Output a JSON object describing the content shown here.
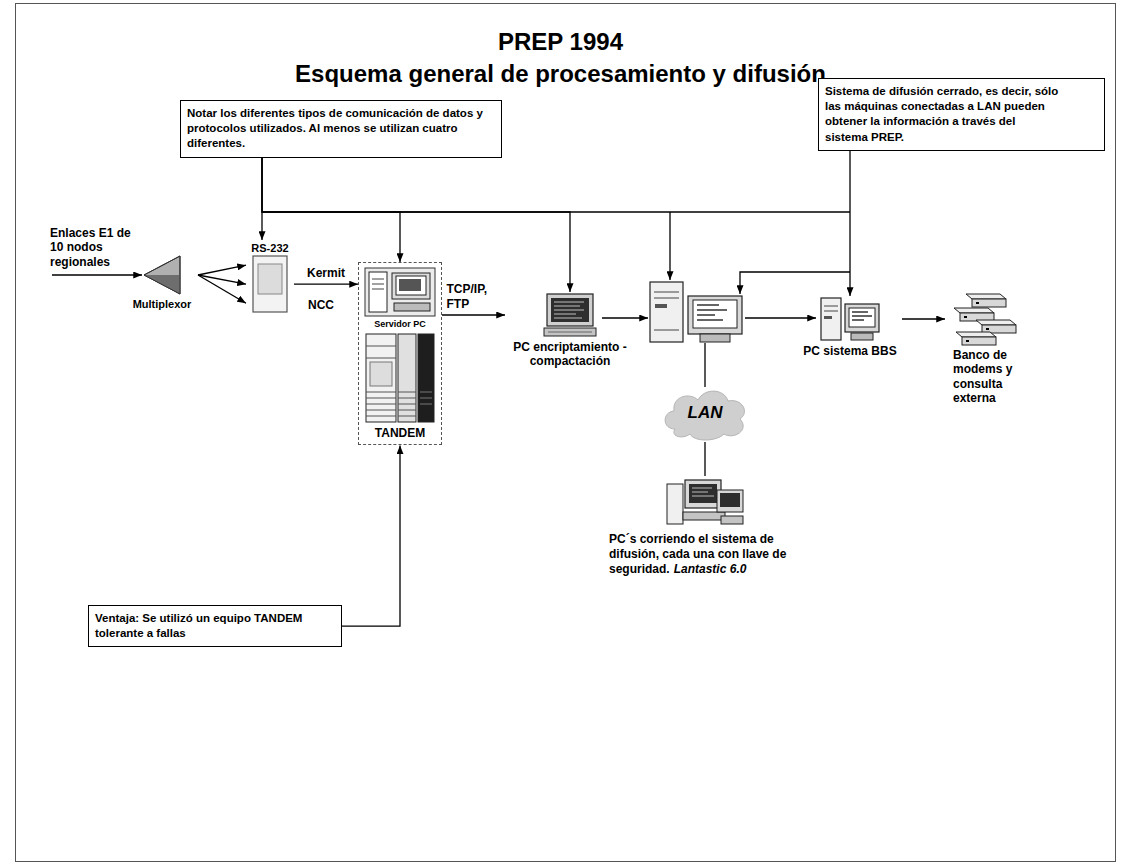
{
  "diagram": {
    "title": "PREP 1994",
    "nodes": [
      {
        "text": [
          "Notar los diferentes tipos de comunicación de datos y protocolos utilizados. Al menos se utilizan cuatro diferentes."
        ]
      },
      {
        "text": [
          "Sistema de difusión cerrado, es decir, sólo las máquinas conectadas a LAN pueden obtener la información a través del sistema PREP."
        ]
      },
      {
        "text": [
          "Multiplexor"
        ]
      },
      {
        "text": [
          "RS-232"
        ]
      },
      {
        "text": [
          "Servidor PC",
          "TANDEM"
        ]
      },
      {
        "text": [
          "PC encriptamiento - compactación"
        ]
      },
      {
        "text": [
          "PC sistema BBS"
        ]
      },
      {
        "text": [
          "Banco de modems y consulta externa"
        ]
      },
      {
        "text": [
          "LAN"
        ]
      },
      {
        "text": [
          "PC´s corriendo el sistema de difusión, cada una con llave de seguridad.",
          "Lantastic 6.0"
        ]
      },
      {
        "text": [
          "Ventaja: Se utilizó un equipo TANDEM tolerante a fallas"
        ]
      }
    ],
    "edges": [
      {
        "from": 0,
        "to": 3,
        "arrow": "to"
      },
      {
        "from": 0,
        "to": 4,
        "arrow": "to"
      },
      {
        "from": 0,
        "to": 5,
        "arrow": "to"
      },
      {
        "from": 1,
        "to": 6,
        "arrow": "to"
      },
      {
        "from": 2,
        "to": 3,
        "arrow": "to"
      },
      {
        "from": 3,
        "to": 4,
        "label": "Kermit",
        "arrow": "to"
      },
      {
        "from": 4,
        "to": 5,
        "label": "TCP/IP, FTP",
        "arrow": "to"
      },
      {
        "from": 6,
        "to": 7,
        "arrow": "to"
      },
      {
        "from": 8,
        "to": 9,
        "arrow": "none"
      },
      {
        "from": 10,
        "to": 4,
        "arrow": "to"
      }
    ],
    "labels": [
      "Esquema general de procesamiento y difusión",
      "Enlaces E1 de 10 nodos regionales",
      "NCC"
    ]
  }
}
